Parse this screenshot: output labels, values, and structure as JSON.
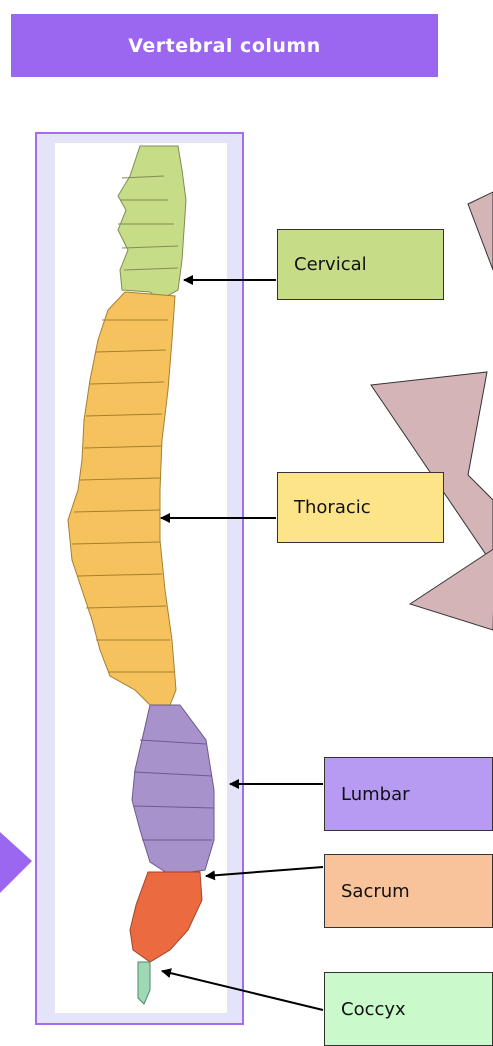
{
  "title": "Vertebral column",
  "labels": {
    "cervical": "Cervical",
    "thoracic": "Thoracic",
    "lumbar": "Lumbar",
    "sacrum": "Sacrum",
    "coccyx": "Coccyx"
  },
  "colors": {
    "title_bar": "#9b66f0",
    "frame_border": "#a46cf2",
    "cervical": "#c6dc87",
    "thoracic": "#fde489",
    "lumbar": "#b79af2",
    "sacrum": "#f8c39a",
    "coccyx": "#caf9cb",
    "star_shapes": "#d5b4b8"
  }
}
